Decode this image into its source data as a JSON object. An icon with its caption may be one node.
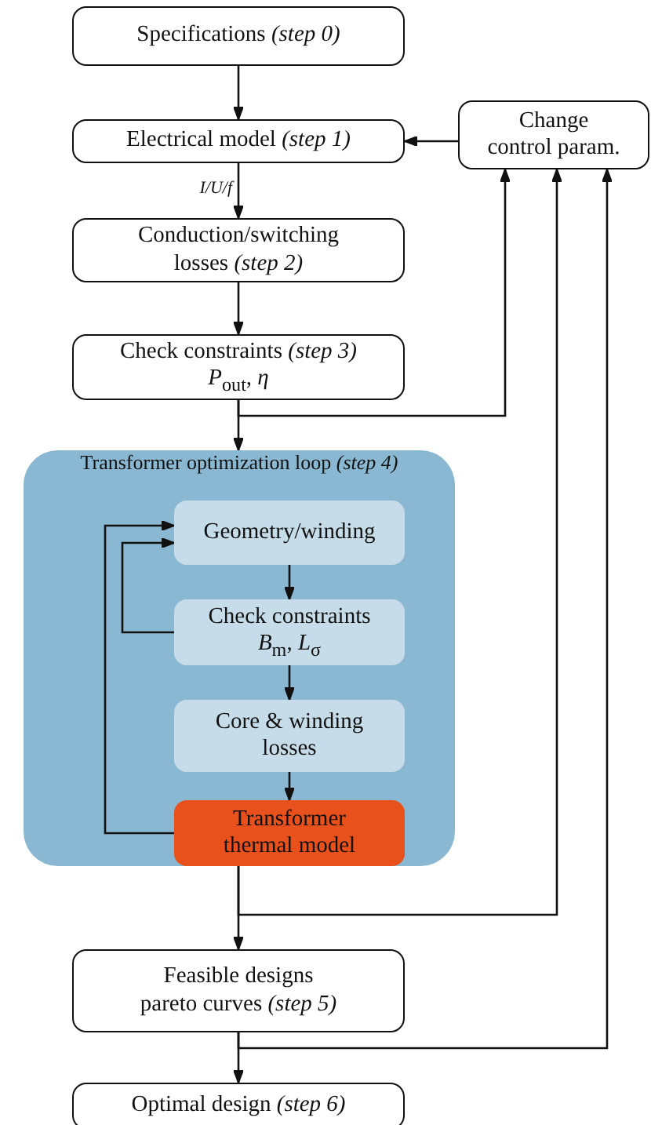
{
  "diagram": {
    "nodes": [
      {
        "text": [
          "Specifications *(step 0)*"
        ]
      },
      {
        "text": [
          "Electrical model *(step 1)*"
        ]
      },
      {
        "text": [
          "Change control param."
        ]
      },
      {
        "text": [
          "Conduction/switching losses *(step 2)*"
        ]
      },
      {
        "text": [
          "Check constraints *(step 3)*",
          "*P*$_{out}$, *η*"
        ]
      },
      {
        "text": [
          "Transformer optimization loop *(step 4)*"
        ]
      },
      {
        "text": [
          "Geometry/winding"
        ],
        "in": 5
      },
      {
        "text": [
          "Check constraints",
          "*B*$_{m}$, *L*$_{σ}$"
        ],
        "in": 5
      },
      {
        "text": [
          "Core & winding losses"
        ],
        "in": 5
      },
      {
        "text": [
          "Transformer thermal model"
        ],
        "in": 5
      },
      {
        "text": [
          "Feasible designs pareto curves *(step 5)*"
        ]
      },
      {
        "text": [
          "Optimal design *(step 6)*"
        ]
      }
    ],
    "edges": [
      {
        "from": 0,
        "to": 1,
        "arrow": "to"
      },
      {
        "from": 2,
        "to": 1,
        "arrow": "to"
      },
      {
        "from": 1,
        "to": 3,
        "arrow": "to",
        "label": "*I/U/f*"
      },
      {
        "from": 3,
        "to": 4,
        "arrow": "to"
      },
      {
        "from": 4,
        "to": 5,
        "arrow": "to"
      },
      {
        "from": 4,
        "to": 2,
        "arrow": "to"
      },
      {
        "from": 6,
        "to": 7,
        "arrow": "to"
      },
      {
        "from": 7,
        "to": 6,
        "arrow": "to"
      },
      {
        "from": 7,
        "to": 8,
        "arrow": "to"
      },
      {
        "from": 8,
        "to": 9,
        "arrow": "to"
      },
      {
        "from": 9,
        "to": 6,
        "arrow": "to"
      },
      {
        "from": 5,
        "to": 10,
        "arrow": "to"
      },
      {
        "from": 5,
        "to": 2,
        "arrow": "to"
      },
      {
        "from": 10,
        "to": 11,
        "arrow": "to"
      },
      {
        "from": 10,
        "to": 2,
        "arrow": "to"
      }
    ]
  }
}
